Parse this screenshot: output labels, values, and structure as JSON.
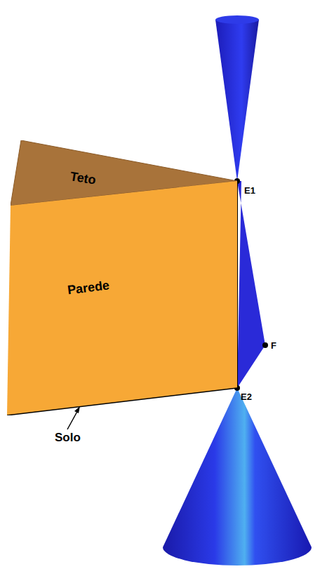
{
  "diagram": {
    "nodes": [
      {
        "text": [
          "Teto"
        ]
      },
      {
        "text": [
          "Parede"
        ]
      }
    ],
    "labels": [
      "E1",
      "E2",
      "F",
      "Solo"
    ]
  }
}
